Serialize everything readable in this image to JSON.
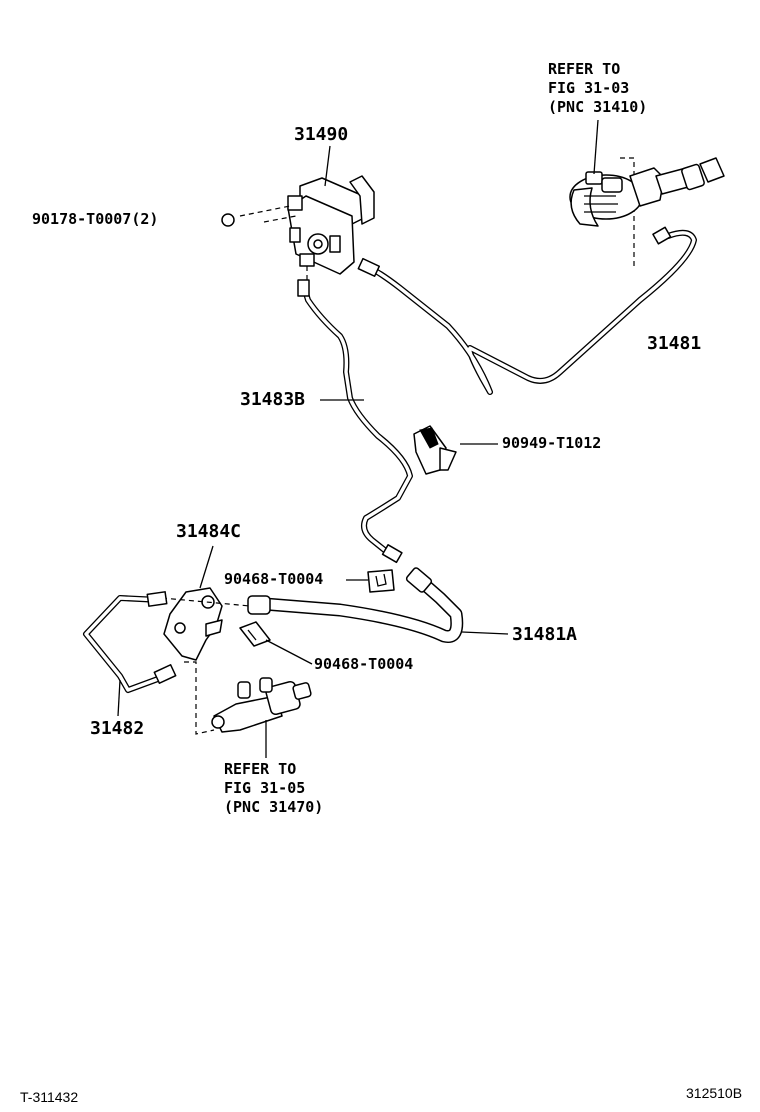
{
  "callouts": {
    "p31490": "31490",
    "p90178": "90178-T0007(2)",
    "p31481": "31481",
    "p31483b": "31483B",
    "p90949": "90949-T1012",
    "p31484c": "31484C",
    "p90468_a": "90468-T0004",
    "p31481a": "31481A",
    "p90468_b": "90468-T0004",
    "p31482": "31482"
  },
  "references": {
    "master_cylinder": [
      "REFER TO",
      "FIG 31-03",
      "(PNC 31410)"
    ],
    "release_cylinder": [
      "REFER TO",
      "FIG 31-05",
      "(PNC 31470)"
    ]
  },
  "footer": {
    "left_code": "T-311432",
    "right_code": "312510B"
  }
}
